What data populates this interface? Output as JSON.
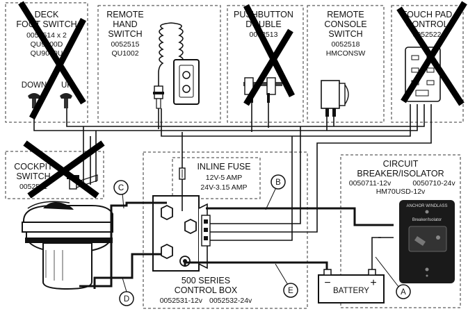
{
  "components": {
    "deck_foot_switch": {
      "title1": "DECK",
      "title2": "FOOT SWITCH",
      "part1": "0052514 x 2",
      "part2": "QU9000D",
      "part3": "QU9000U",
      "down": "DOWN",
      "up": "UP",
      "crossed_out": true
    },
    "remote_hand_switch": {
      "title1": "REMOTE",
      "title2": "HAND",
      "title3": "SWITCH",
      "part1": "0052515",
      "part2": "QU1002",
      "crossed_out": false
    },
    "pushbutton_double": {
      "title1": "PUSHBUTTON",
      "title2": "DOUBLE",
      "part1": "0052513",
      "crossed_out": true
    },
    "remote_console_switch": {
      "title1": "REMOTE",
      "title2": "CONSOLE",
      "title3": "SWITCH",
      "part1": "0052518",
      "part2": "HMCONSW",
      "crossed_out": false
    },
    "touch_pad_control": {
      "title1": "TOUCH PAD",
      "title2": "CONTROL",
      "part1": "0052522",
      "crossed_out": true
    },
    "cockpit_switch": {
      "title1": "COCKPIT",
      "title2": "SWITCH",
      "part1": "0052511",
      "crossed_out": true
    },
    "inline_fuse": {
      "title": "INLINE FUSE",
      "line1": "12V-5 AMP",
      "line2": "24V-3.15 AMP"
    },
    "circuit_breaker": {
      "title1": "CIRCUIT",
      "title2": "BREAKER/ISOLATOR",
      "part1": "0050711-12v",
      "part2": "0050710-24v",
      "part3": "HM70USD-12v",
      "brand": "ANCHOR WINDLASS",
      "label": "Breaker/Isolator"
    },
    "control_box": {
      "title1": "500 SERIES",
      "title2": "CONTROL BOX",
      "part1": "0052531-12v",
      "part2": "0052532-24v"
    },
    "battery": {
      "label": "BATTERY",
      "minus": "−",
      "plus": "+"
    }
  },
  "callouts": [
    "A",
    "B",
    "C",
    "D",
    "E"
  ]
}
